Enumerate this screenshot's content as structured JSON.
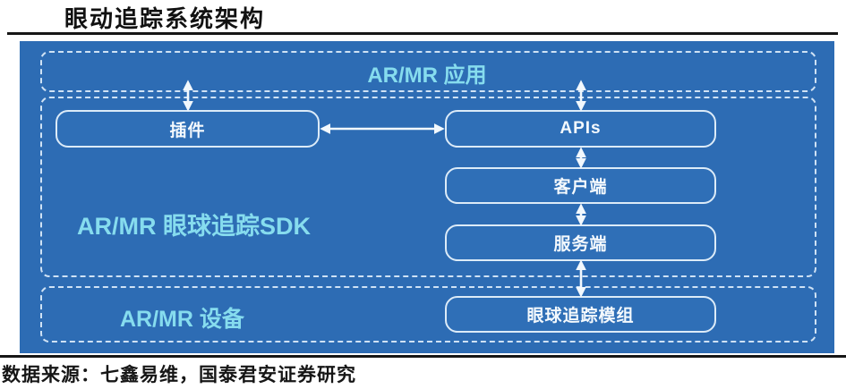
{
  "page": {
    "title": "眼动追踪系统架构",
    "source_note": "数据来源：七鑫易维，国泰君安证券研究"
  },
  "colors": {
    "panel_background": "#2d6cb4",
    "dashed_layer_border": "#cfe2f5",
    "node_border": "#dcebf8",
    "node_text": "#f4f9fd",
    "layer_label_text": "#86dcee",
    "arrow": "#f2f8fd",
    "title_text": "#111111"
  },
  "diagram": {
    "layers": [
      {
        "label": "AR/MR 应用"
      },
      {
        "label": "AR/MR 眼球追踪SDK"
      },
      {
        "label": "AR/MR 设备"
      }
    ],
    "nodes": [
      {
        "label": "插件"
      },
      {
        "label": "APIs"
      },
      {
        "label": "客户端"
      },
      {
        "label": "服务端"
      },
      {
        "label": "眼球追踪模组"
      }
    ],
    "edges": [
      {
        "from": "AR/MR 应用",
        "to": "插件",
        "bidirectional": true
      },
      {
        "from": "AR/MR 应用",
        "to": "APIs",
        "bidirectional": true
      },
      {
        "from": "插件",
        "to": "APIs",
        "bidirectional": true
      },
      {
        "from": "APIs",
        "to": "客户端",
        "bidirectional": true
      },
      {
        "from": "客户端",
        "to": "服务端",
        "bidirectional": true
      },
      {
        "from": "服务端",
        "to": "眼球追踪模组",
        "bidirectional": true
      }
    ]
  }
}
